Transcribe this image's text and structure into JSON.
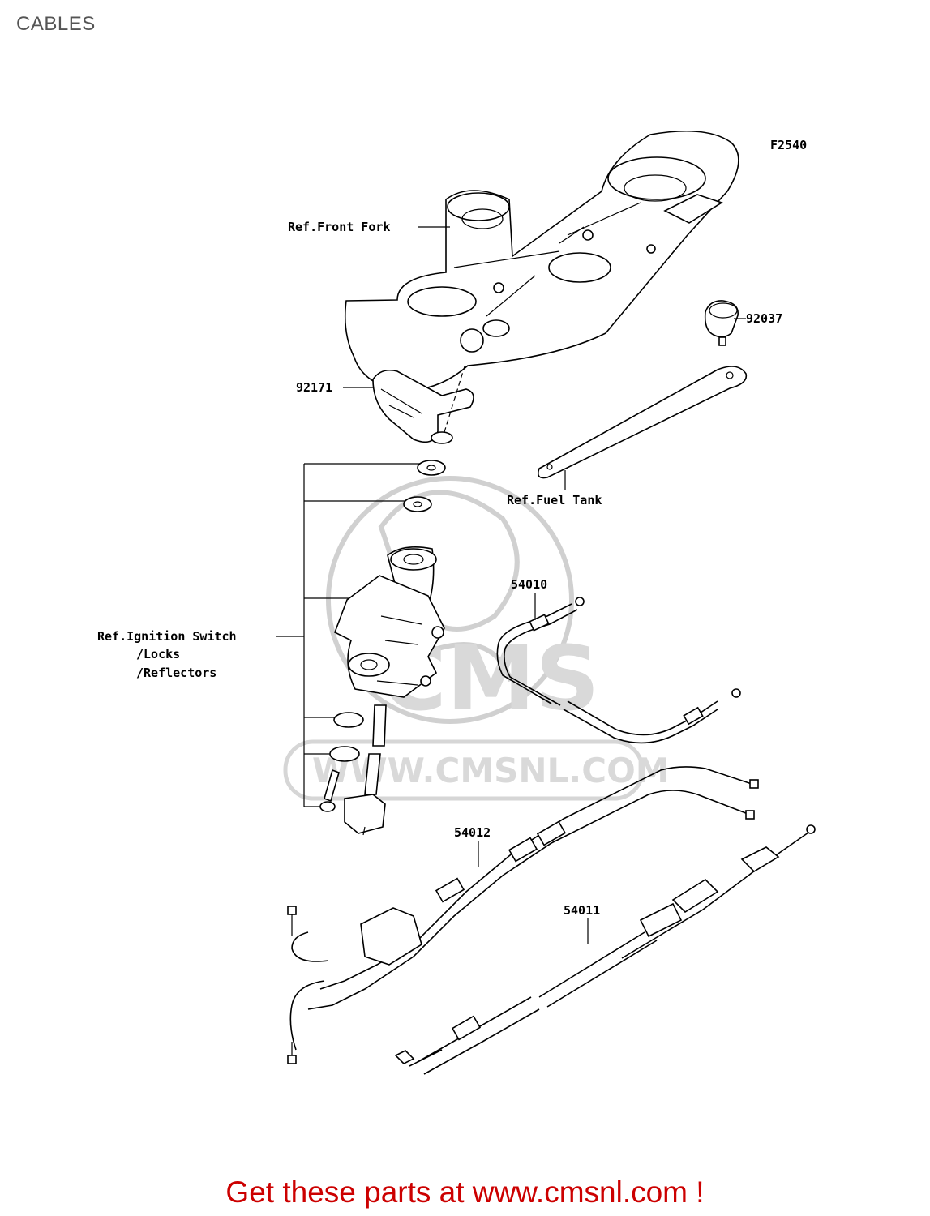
{
  "page": {
    "title": "CABLES"
  },
  "diagram": {
    "figure_code": "F2540",
    "labels": {
      "front_fork": "Ref.Front Fork",
      "p92037": "92037",
      "p92171": "92171",
      "fuel_tank": "Ref.Fuel Tank",
      "p54010": "54010",
      "ignition_1": "Ref.Ignition Switch",
      "ignition_2": "/Locks",
      "ignition_3": "/Reflectors",
      "p54012": "54012",
      "p54011": "54011"
    },
    "watermark": {
      "logo_text": "CMS",
      "url": "WWW.CMSNL.COM"
    }
  },
  "promo": {
    "text": "Get these parts at www.cmsnl.com !",
    "color": "#cc0000"
  }
}
